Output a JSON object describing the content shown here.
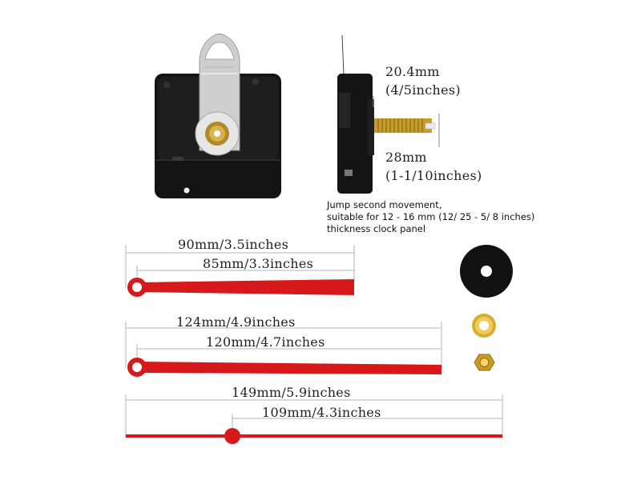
{
  "side_view": {
    "depth_mm": "20.4mm",
    "depth_in": "(4/5inches)",
    "shaft_mm": "28mm",
    "shaft_in": "(1-1/10inches)"
  },
  "description": {
    "line1": "Jump second movement,",
    "line2": "suitable for 12 - 16 mm (12/ 25 - 5/ 8 inches)",
    "line3": "thickness clock panel"
  },
  "hour_hand": {
    "overall": "90mm/3.5inches",
    "center_to_tip": "85mm/3.3inches",
    "color": "#d7191c"
  },
  "minute_hand": {
    "overall": "124mm/4.9inches",
    "center_to_tip": "120mm/4.7inches",
    "color": "#d7191c"
  },
  "second_hand": {
    "overall": "149mm/5.9inches",
    "center_to_tip": "109mm/4.3inches",
    "color": "#d7191c"
  }
}
